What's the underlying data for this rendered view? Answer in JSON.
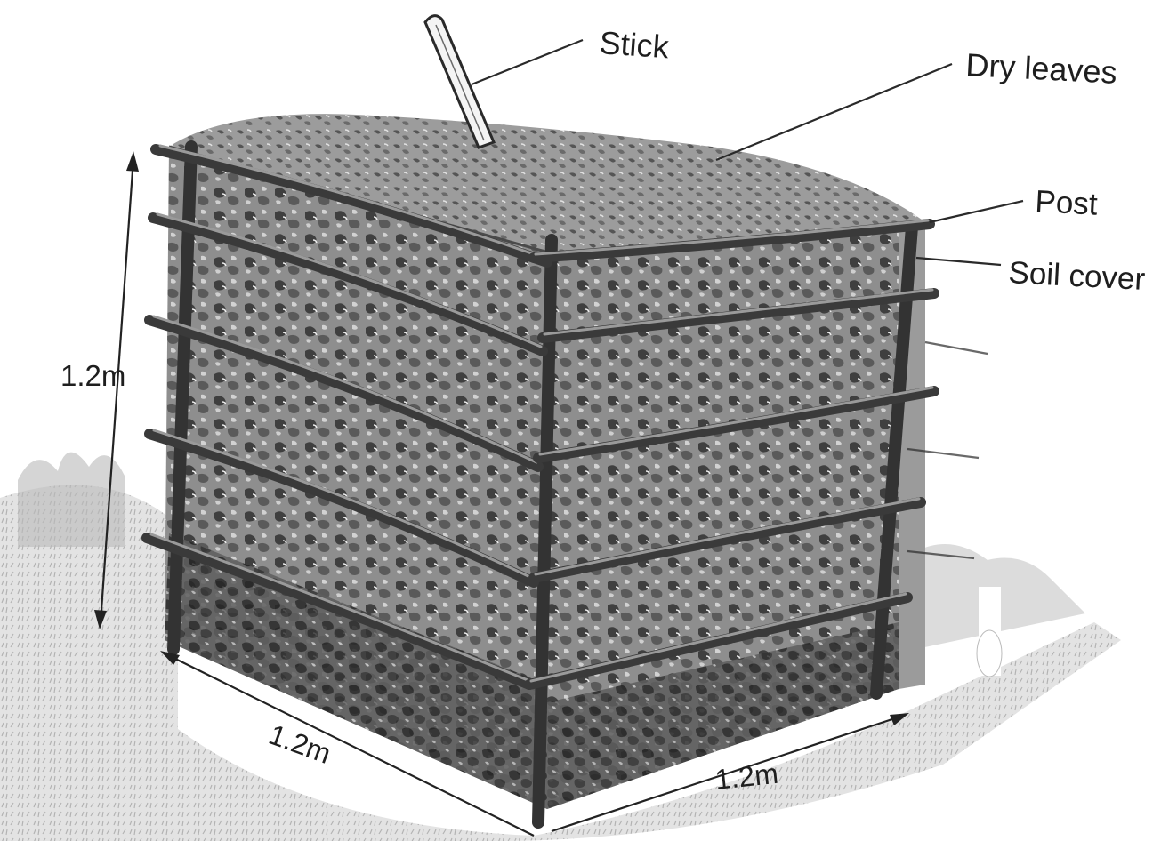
{
  "labels": {
    "stick": "Stick",
    "dry_leaves": "Dry leaves",
    "post": "Post",
    "soil_cover": "Soil cover",
    "height": "1.2m",
    "width_left": "1.2m",
    "width_right": "1.2m"
  },
  "colors": {
    "ink": "#1e1e1e",
    "compost_dark": "#4a4a4a",
    "compost_mid": "#7a7a7a",
    "compost_light": "#b5b5b5",
    "ground": "#c8c8c8"
  }
}
